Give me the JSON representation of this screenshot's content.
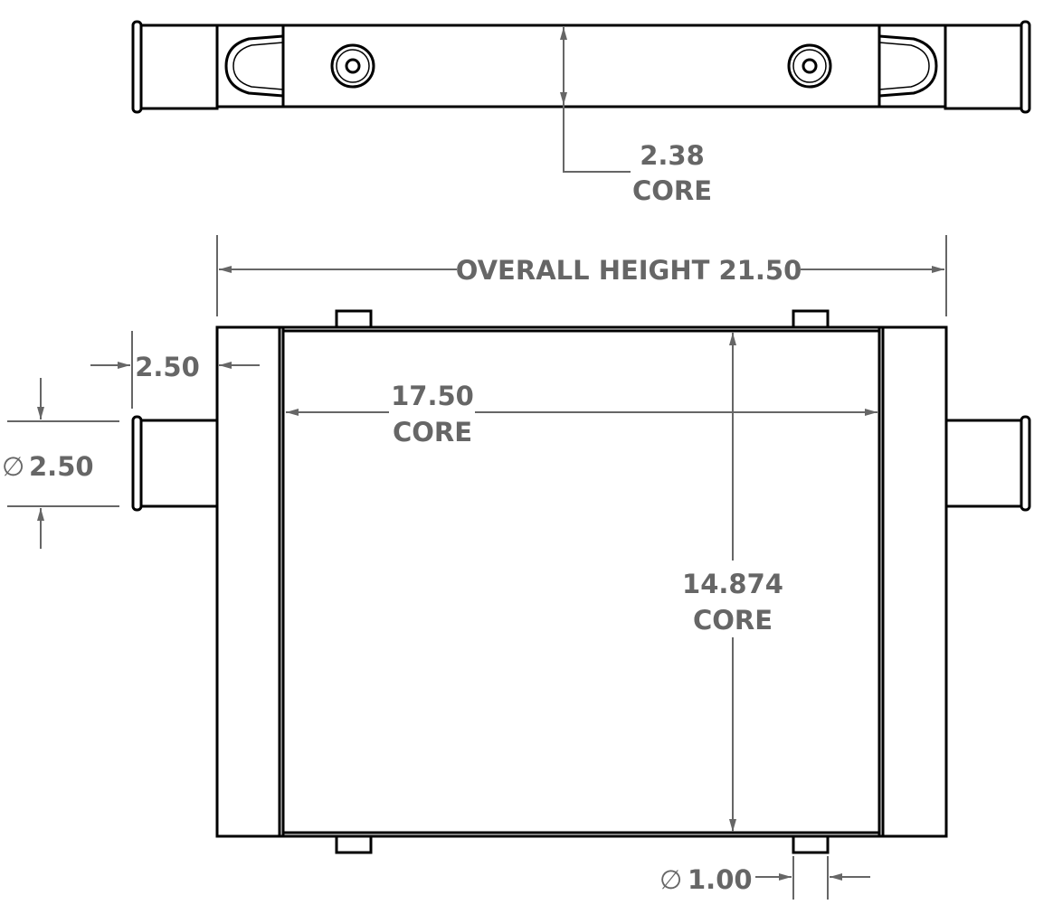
{
  "top_view": {
    "core_depth": "2.38",
    "core_depth_note": "CORE"
  },
  "front_view": {
    "overall_height_label": "OVERALL HEIGHT 21.50",
    "tank_width": "2.50",
    "inlet_diameter": "2.50",
    "core_width": "17.50",
    "core_width_note": "CORE",
    "core_height": "14.874",
    "core_height_note": "CORE",
    "mount_diameter": "1.00",
    "diameter_symbol": "∅"
  },
  "colors": {
    "outline": "#000000",
    "dimension": "#666666"
  }
}
